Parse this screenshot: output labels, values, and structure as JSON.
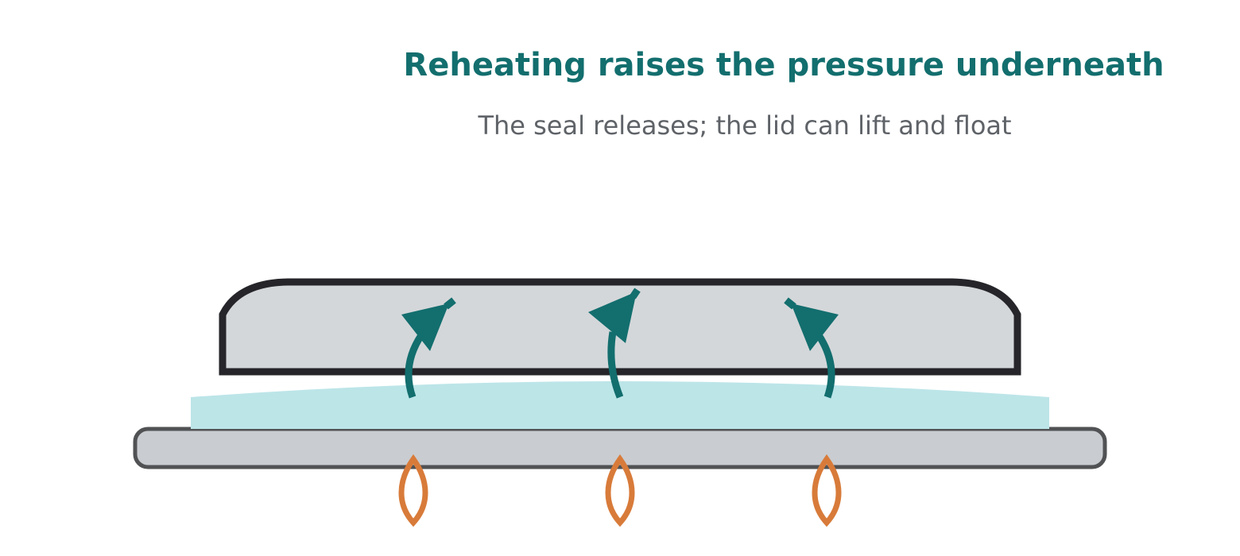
{
  "title": "Reheating raises the pressure underneath",
  "subtitle": "The seal releases; the lid can lift and float",
  "colors": {
    "accent": "#136e6e",
    "subtitle": "#5f6368",
    "lid_fill": "#d4d7da",
    "lid_stroke": "#25252a",
    "liquid": "#bce5e8",
    "burner_fill": "#c9ccd0",
    "burner_stroke": "#505254",
    "flame": "#d87b3a"
  },
  "icons": {
    "pressure_arrow": "curved-up-arrow-icon",
    "flame": "flame-icon"
  },
  "arrow_count": 3,
  "flame_count": 3
}
